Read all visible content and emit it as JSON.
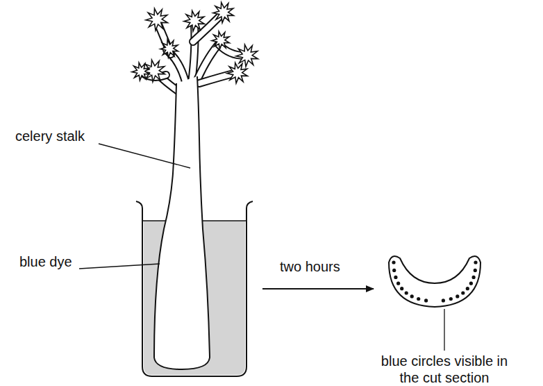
{
  "diagram": {
    "labels": [
      "celery stalk",
      "blue dye",
      "two hours",
      "blue circles visible in the cut section"
    ]
  }
}
